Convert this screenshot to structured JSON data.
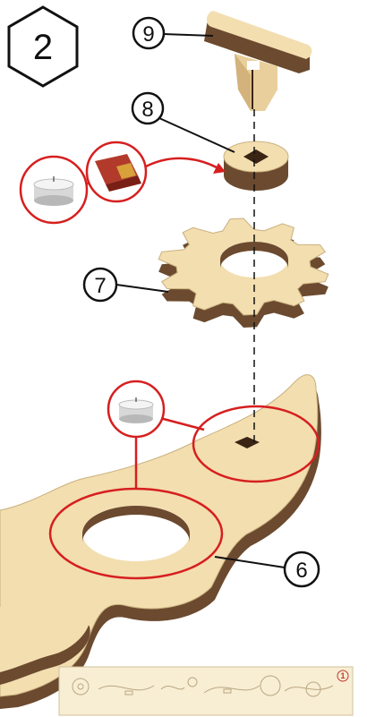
{
  "step": {
    "number": "2"
  },
  "callouts": [
    {
      "label": "9"
    },
    {
      "label": "8"
    },
    {
      "label": "7"
    },
    {
      "label": "6"
    }
  ],
  "sheet": {
    "marker": "1"
  },
  "icons": {
    "candle": "tealight-candle-icon",
    "sandpaper": "sandpaper-icon"
  },
  "colors": {
    "wood": "#f3deb0",
    "wood_edge": "#6b4a2f",
    "highlight": "#d61f1f",
    "outline": "#111111"
  }
}
